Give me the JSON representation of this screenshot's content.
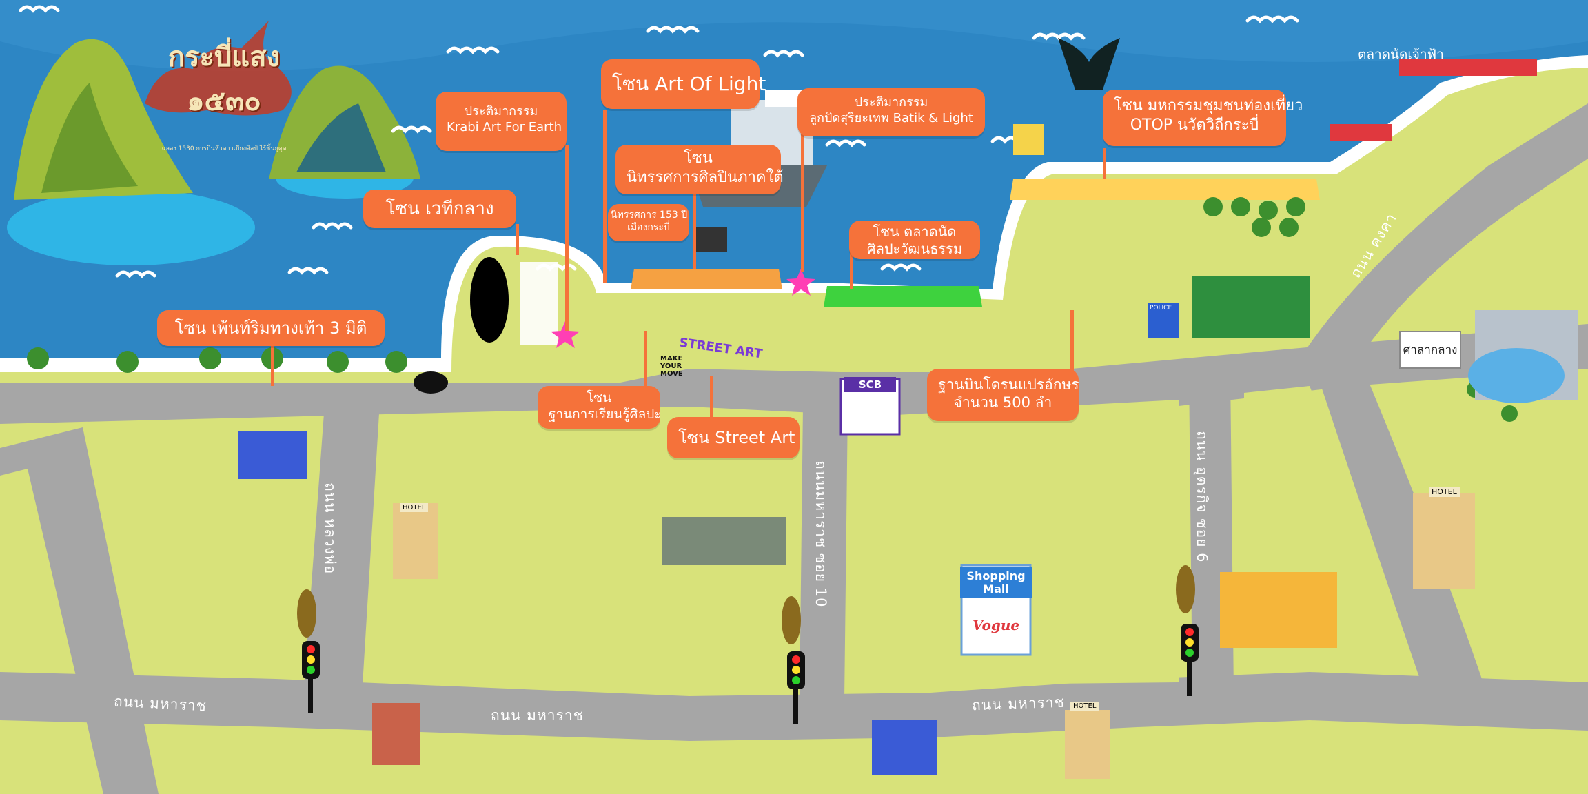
{
  "logo": {
    "title": "กระบี่แสง ๑๕๓๐",
    "subtitle": "ฉลอง 1530 การบินหัวดาวเบียงศิลป์ ไร้ชิ้นยุคุด"
  },
  "zones": {
    "art_of_light": "โซน Art Of Light",
    "krabi_art": [
      "ประติมากรรม",
      "Krabi Art For Earth"
    ],
    "southern_art": [
      "โซน",
      "นิทรรศการศิลปินภาคใต้"
    ],
    "exhibition_153": [
      "นิทรรศการ 153 ปี",
      "เมืองกระบี่"
    ],
    "batik_light": [
      "ประติมากรรม",
      "ลูกปัดสุริยะเทพ Batik & Light"
    ],
    "central_stage": "โซน เวทีกลาง",
    "culture_market": [
      "โซน ตลาดนัด",
      "ศิลปะวัฒนธรรม"
    ],
    "otop": [
      "โซน มหกรรมชุมชนท่องเที่ยว",
      "OTOP นวัตวิถีกระบี่"
    ],
    "walkway_3d": "โซน เพ้นท์ริมทางเท้า 3 มิติ",
    "art_learning": [
      "โซน",
      "ฐานการเรียนรู้ศิลปะ"
    ],
    "street_art": "โซน Street Art",
    "drone_base": [
      "ฐานบินโดรนแปรอักษร",
      "จำนวน 500 ลำ"
    ]
  },
  "roads": {
    "maharat_left": "ถนน มหาราช",
    "maharat_center": "ถนน มหาราช",
    "maharat_right": "ถนน มหาราช",
    "luang_pho": "ถนน หลวงพ่อ",
    "maharat_soi_10": "ถนนมหาราช ซอย 10",
    "utarakit_soi_6": "ถนน อุตรกิจ ซอย 6",
    "khongkha": "ถนน คงคา"
  },
  "places": {
    "city_hall": "ศาลากลาง",
    "chaofa_market": "ตลาดนัดเจ้าฟ้า",
    "scb": "SCB",
    "shopping_mall": "Shopping Mall",
    "vogue": "Vogue",
    "hotel": "HOTEL",
    "police": "POLICE",
    "street_art_tag": "STREET ART",
    "make_your_move": "MAKE YOUR MOVE"
  },
  "colors": {
    "sea": "#2d86c4",
    "land": "#d8e27a",
    "road": "#a6a6a6",
    "zone": "#f5723a",
    "pin_star": "#ff3fb4"
  }
}
